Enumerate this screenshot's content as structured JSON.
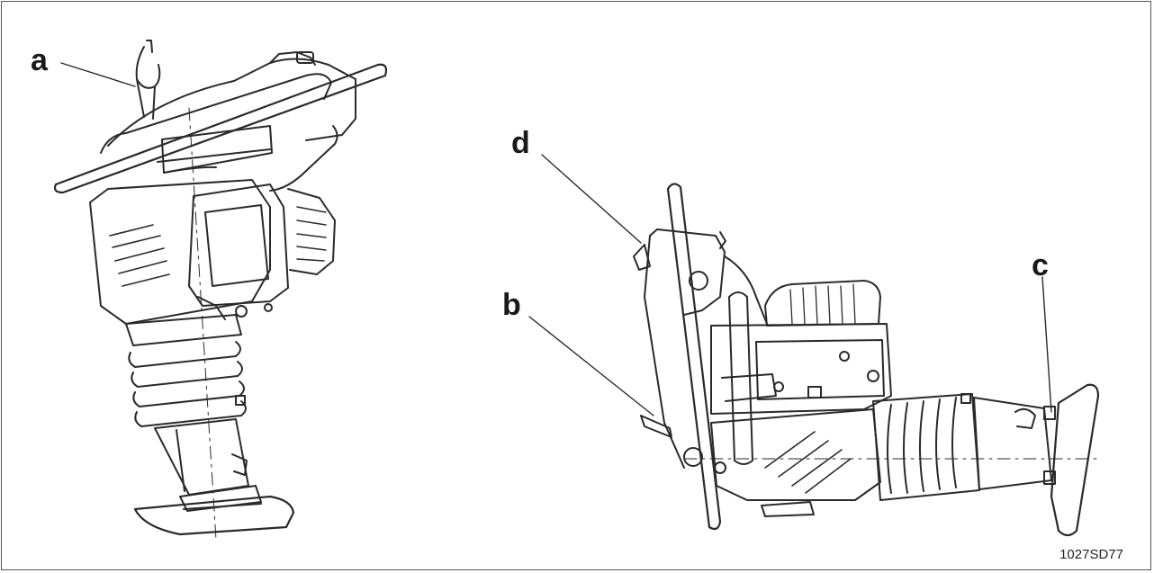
{
  "callouts": {
    "a": "a",
    "b": "b",
    "c": "c",
    "d": "d"
  },
  "figure_id": "1027SD77"
}
